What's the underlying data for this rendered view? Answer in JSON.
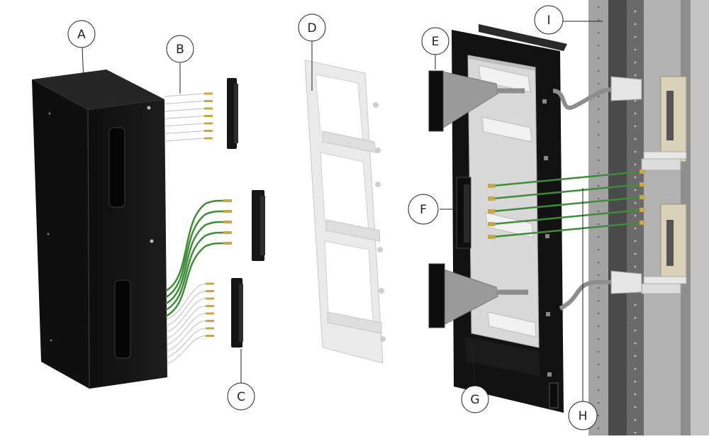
{
  "callouts": {
    "a": "A",
    "b": "B",
    "c": "C",
    "d": "D",
    "e": "E",
    "f": "F",
    "g": "G",
    "h": "H",
    "i": "I"
  },
  "colors": {
    "chassis": "#151515",
    "chassis_edge": "#2a2a2a",
    "frame_light": "#e6e6e6",
    "frame_light_edge": "#c8c8c8",
    "rack_rail": "#9a9a9a",
    "rack_dark": "#3d3d3d",
    "coax": "#3f8c3a",
    "pin_gold": "#c8a64a",
    "cable_gray": "#8d8d8d"
  }
}
